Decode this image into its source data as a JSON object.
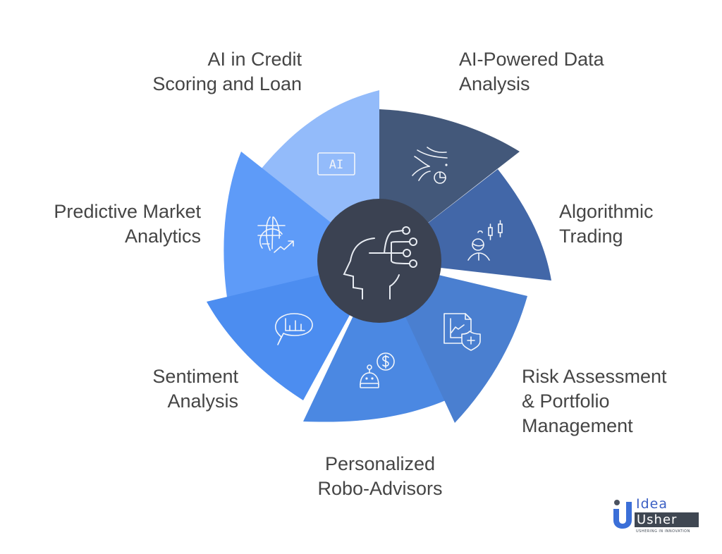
{
  "diagram": {
    "type": "radial-wheel",
    "center": {
      "icon": "ai-head-network-icon",
      "color": "#3b4252"
    },
    "segments": [
      {
        "id": "ai-data-analysis",
        "label": "AI-Powered Data\nAnalysis",
        "icon": "data-streams-pie-icon",
        "color": "#43587a"
      },
      {
        "id": "algorithmic-trading",
        "label": "Algorithmic\nTrading",
        "icon": "trader-candlestick-icon",
        "color": "#4267a8"
      },
      {
        "id": "risk-portfolio",
        "label": "Risk Assessment\n& Portfolio\nManagement",
        "icon": "document-chart-shield-icon",
        "color": "#4a7fd0"
      },
      {
        "id": "robo-advisors",
        "label": "Personalized\nRobo-Advisors",
        "icon": "robot-dollar-icon",
        "color": "#4b88e2"
      },
      {
        "id": "sentiment-analysis",
        "label": "Sentiment\nAnalysis",
        "icon": "chat-bar-chart-icon",
        "color": "#4c8df0"
      },
      {
        "id": "predictive-analytics",
        "label": "Predictive Market\nAnalytics",
        "icon": "globe-trend-icon",
        "color": "#5e9bf8"
      },
      {
        "id": "credit-scoring",
        "label": "AI in Credit\nScoring and Loan",
        "icon": "ai-chip-icon",
        "color": "#93bbfa"
      }
    ],
    "ai_chip_text": "AI"
  },
  "logo": {
    "word1": "Idea",
    "word2": "Usher",
    "tagline": "USHERING IN INNOVATION",
    "accent": "#3b5fc4"
  }
}
